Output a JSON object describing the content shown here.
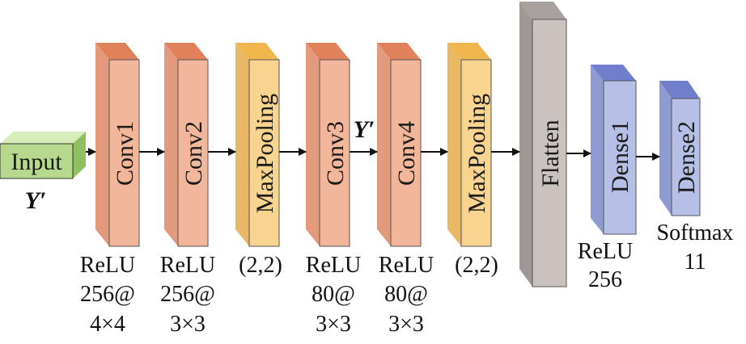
{
  "blocks": {
    "input": {
      "label": "Input",
      "var": "Y′"
    },
    "conv1": {
      "label": "Conv1",
      "cap": [
        "ReLU",
        "256@",
        "4×4"
      ]
    },
    "conv2": {
      "label": "Conv2",
      "cap": [
        "ReLU",
        "256@",
        "3×3"
      ]
    },
    "pool1": {
      "label": "MaxPooling",
      "cap": [
        "(2,2)"
      ]
    },
    "conv3": {
      "label": "Conv3",
      "cap": [
        "ReLU",
        "80@",
        "3×3"
      ],
      "var": "Y′"
    },
    "conv4": {
      "label": "Conv4",
      "cap": [
        "ReLU",
        "80@",
        "3×3"
      ]
    },
    "pool2": {
      "label": "MaxPooling",
      "cap": [
        "(2,2)"
      ]
    },
    "flatten": {
      "label": "Flatten"
    },
    "dense1": {
      "label": "Dense1",
      "cap": [
        "ReLU",
        "256"
      ]
    },
    "dense2": {
      "label": "Dense2",
      "cap": [
        "Softmax",
        "11"
      ]
    }
  },
  "colors": {
    "input": {
      "front": "#b7d98e",
      "top": "#d6ecb9",
      "side": "#8fbf5f"
    },
    "conv": {
      "front": "#f2b79a",
      "top": "#e0815b",
      "side": "#e39a7c"
    },
    "pool": {
      "front": "#f8d48e",
      "top": "#f0b54c",
      "side": "#e8b864"
    },
    "flatten": {
      "front": "#c9c2bf",
      "top": "#a8a19e",
      "side": "#9f9896"
    },
    "dense": {
      "front": "#b6bfe6",
      "top": "#6f7fcc",
      "side": "#8f9ad0"
    }
  }
}
